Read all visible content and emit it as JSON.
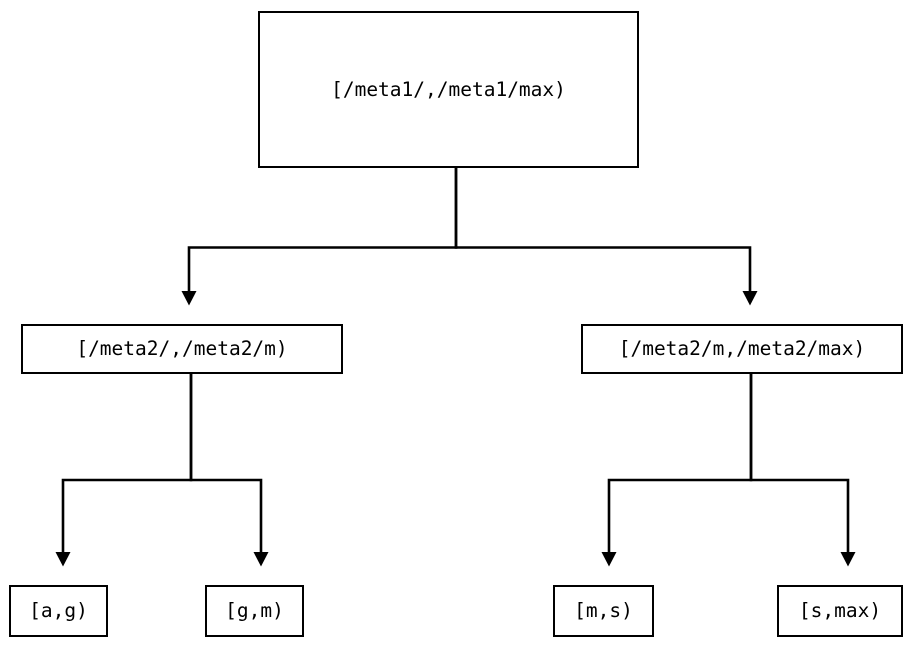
{
  "diagram": {
    "type": "tree",
    "title": "",
    "background_color": "#ffffff",
    "line_color": "#000000",
    "text_color": "#000000",
    "border_color": "#000000",
    "nodes": {
      "root": {
        "label": "[/meta1/,/meta1/max)",
        "level": 0
      },
      "mid_left": {
        "label": "[/meta2/,/meta2/m)",
        "level": 1
      },
      "mid_right": {
        "label": "[/meta2/m,/meta2/max)",
        "level": 1
      },
      "leaf_ag": {
        "label": "[a,g)",
        "level": 2
      },
      "leaf_gm": {
        "label": "[g,m)",
        "level": 2
      },
      "leaf_ms": {
        "label": "[m,s)",
        "level": 2
      },
      "leaf_smax": {
        "label": "[s,max)",
        "level": 2
      }
    },
    "edges": [
      {
        "from": "root",
        "to": "mid_left",
        "arrow": "triangle-down"
      },
      {
        "from": "root",
        "to": "mid_right",
        "arrow": "triangle-down"
      },
      {
        "from": "mid_left",
        "to": "leaf_ag",
        "arrow": "triangle-down"
      },
      {
        "from": "mid_left",
        "to": "leaf_gm",
        "arrow": "triangle-down"
      },
      {
        "from": "mid_right",
        "to": "leaf_ms",
        "arrow": "triangle-down"
      },
      {
        "from": "mid_right",
        "to": "leaf_smax",
        "arrow": "triangle-down"
      }
    ]
  }
}
